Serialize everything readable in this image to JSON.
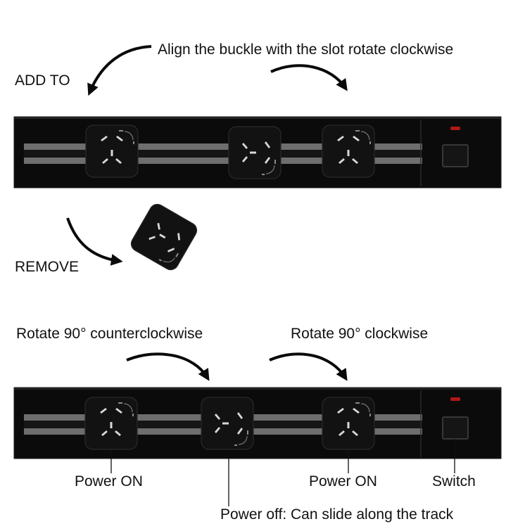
{
  "top": {
    "instruction": "Align the buckle with the slot rotate clockwise",
    "add_label": "ADD TO",
    "remove_label": "REMOVE"
  },
  "bottom": {
    "rotate_ccw_label": "Rotate 90° counterclockwise",
    "rotate_cw_label": "Rotate 90° clockwise",
    "power_on_left": "Power ON",
    "power_on_right": "Power ON",
    "switch_label": "Switch",
    "power_off_label": "Power off:  Can slide along the track"
  },
  "colors": {
    "strip": "#0b0b0b",
    "track": "#6e6e6e",
    "socket": "#101010",
    "indicator": "#b01818",
    "arrow": "#0a0a0a"
  }
}
